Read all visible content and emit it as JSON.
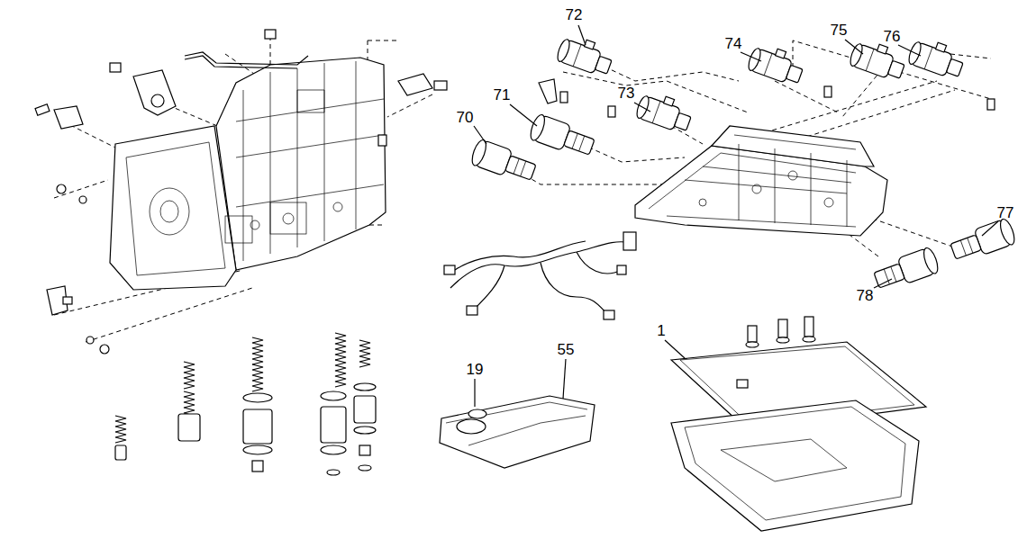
{
  "diagram": {
    "labels": [
      "72",
      "74",
      "75",
      "76",
      "71",
      "73",
      "70",
      "77",
      "78",
      "19",
      "55",
      "1"
    ]
  }
}
